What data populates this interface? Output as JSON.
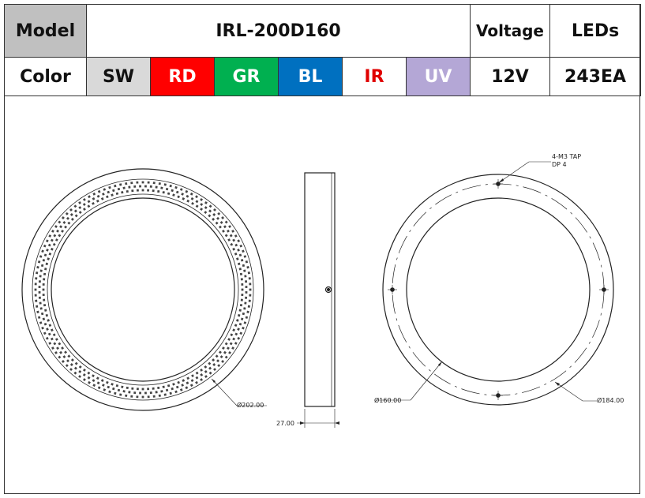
{
  "spec_table": {
    "model_label": "Model",
    "model_value": "IRL-200D160",
    "voltage_label": "Voltage",
    "leds_label": "LEDs",
    "color_label": "Color",
    "colors": [
      {
        "code": "SW",
        "bg": "#d9d9d9",
        "fg": "#111111"
      },
      {
        "code": "RD",
        "bg": "#ff0000",
        "fg": "#ffffff"
      },
      {
        "code": "GR",
        "bg": "#00b050",
        "fg": "#ffffff"
      },
      {
        "code": "BL",
        "bg": "#0070c0",
        "fg": "#ffffff"
      },
      {
        "code": "IR",
        "bg": "#ffffff",
        "fg": "#e00000"
      },
      {
        "code": "UV",
        "bg": "#b4a7d6",
        "fg": "#ffffff"
      }
    ],
    "voltage_value": "12V",
    "leds_value": "243EA"
  },
  "drawing": {
    "front_outer_diameter": "Ø202.00",
    "side_thickness": "27.00",
    "rear_inner_diameter": "Ø160.00",
    "rear_outer_diameter": "Ø184.00",
    "tap_note_line1": "4-M3 TAP",
    "tap_note_line2": "DP 4"
  }
}
